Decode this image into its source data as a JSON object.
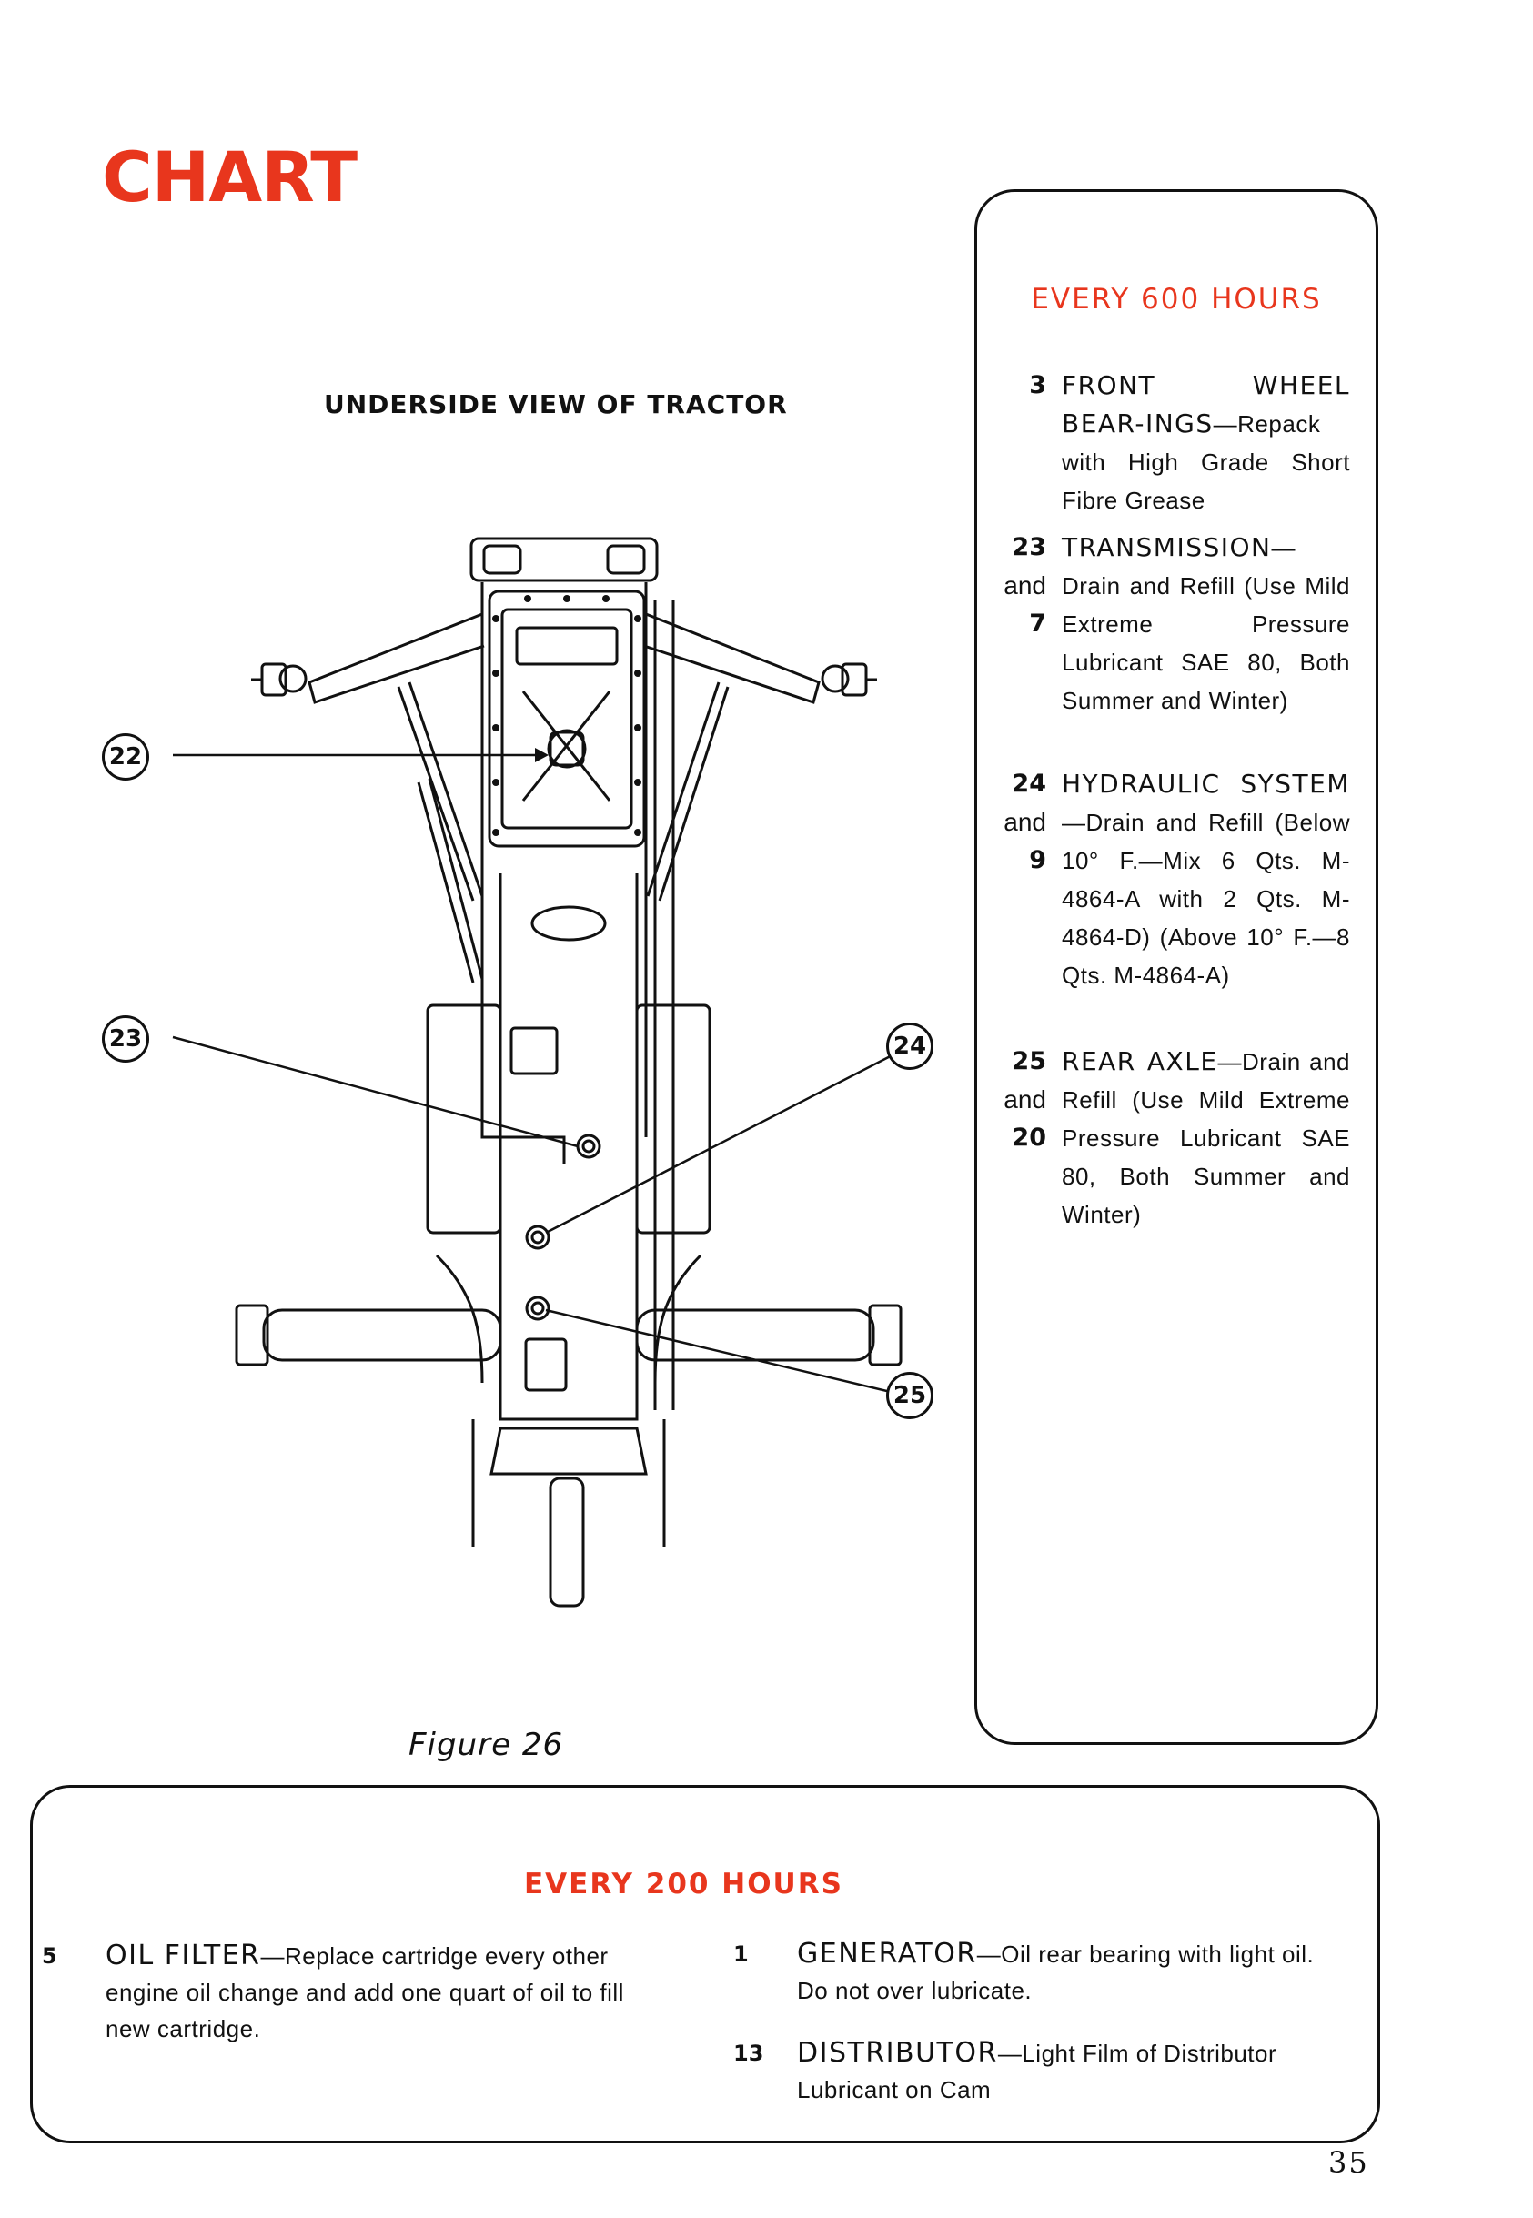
{
  "header": {
    "title": "CHART"
  },
  "diagram": {
    "title": "UNDERSIDE VIEW OF TRACTOR",
    "caption": "Figure 26",
    "callouts": [
      "22",
      "23",
      "24",
      "25"
    ]
  },
  "box_600": {
    "title": "EVERY 600 HOURS",
    "entries": [
      {
        "nums": [
          "3"
        ],
        "lead": "FRONT WHEEL BEAR-INGS",
        "body": "—Repack with High Grade Short Fibre Grease"
      },
      {
        "nums": [
          "23",
          "and",
          "7"
        ],
        "lead": "TRANSMISSION",
        "body": "—Drain and Refill (Use Mild Extreme Pressure Lubricant SAE 80, Both Summer and Winter)"
      },
      {
        "nums": [
          "24",
          "and",
          "9"
        ],
        "lead": "HYDRAULIC SYSTEM",
        "body": " —Drain and Refill (Below 10° F.—Mix 6 Qts. M-4864-A with 2 Qts. M-4864-D) (Above 10° F.—8 Qts. M-4864-A)"
      },
      {
        "nums": [
          "25",
          "and",
          "20"
        ],
        "lead": "REAR AXLE",
        "body": "—Drain and Refill (Use Mild Extreme Pressure Lubricant SAE 80, Both Summer and Winter)"
      }
    ]
  },
  "box_200": {
    "title": "EVERY 200 HOURS",
    "entries": [
      {
        "num": "5",
        "lead": "OIL FILTER",
        "body": "—Replace cartridge every other engine oil change and add one quart of oil to fill new cartridge."
      },
      {
        "num": "1",
        "lead": "GENERATOR",
        "body": "—Oil rear bearing with light oil. Do not over lubricate."
      },
      {
        "num": "13",
        "lead": "DISTRIBUTOR",
        "body": "—Light Film of Distributor Lubricant on Cam"
      }
    ]
  },
  "footer": {
    "page_number": "35"
  }
}
